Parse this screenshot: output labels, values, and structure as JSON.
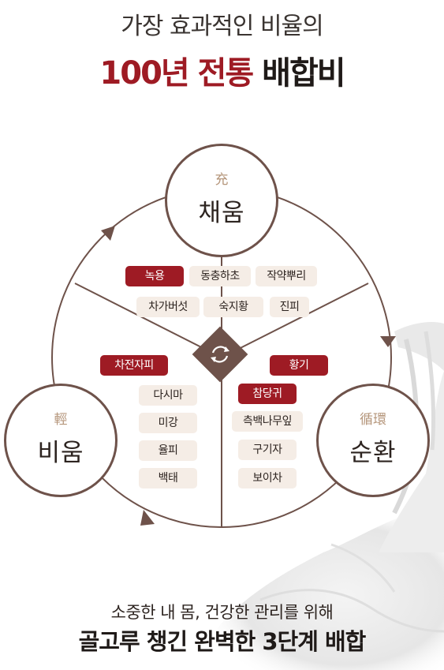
{
  "header": {
    "line1": "가장 효과적인 비율의",
    "line2_red": "100년 전통",
    "line2_dark": "배합비"
  },
  "nodes": {
    "fill": {
      "hanja": "充",
      "name": "채움"
    },
    "light": {
      "hanja": "輕",
      "name": "비움"
    },
    "circ": {
      "hanja": "循環",
      "name": "순환"
    }
  },
  "ingredients": {
    "fill": [
      "녹용",
      "동충하초",
      "작약뿌리",
      "차가버섯",
      "숙지황",
      "진피"
    ],
    "light": [
      "차전자피",
      "다시마",
      "미강",
      "율피",
      "백태"
    ],
    "circ": [
      "황기",
      "참당귀",
      "측백나무잎",
      "구기자",
      "보이차"
    ]
  },
  "footer": {
    "line1": "소중한 내 몸, 건강한 관리를 위해",
    "line2": "골고루 챙긴 완벽한 3단계 배합"
  },
  "colors": {
    "accent_red": "#9e1b24",
    "brown": "#6e524a",
    "tag_bg": "#f5ede6",
    "hanja": "#b5967b"
  }
}
